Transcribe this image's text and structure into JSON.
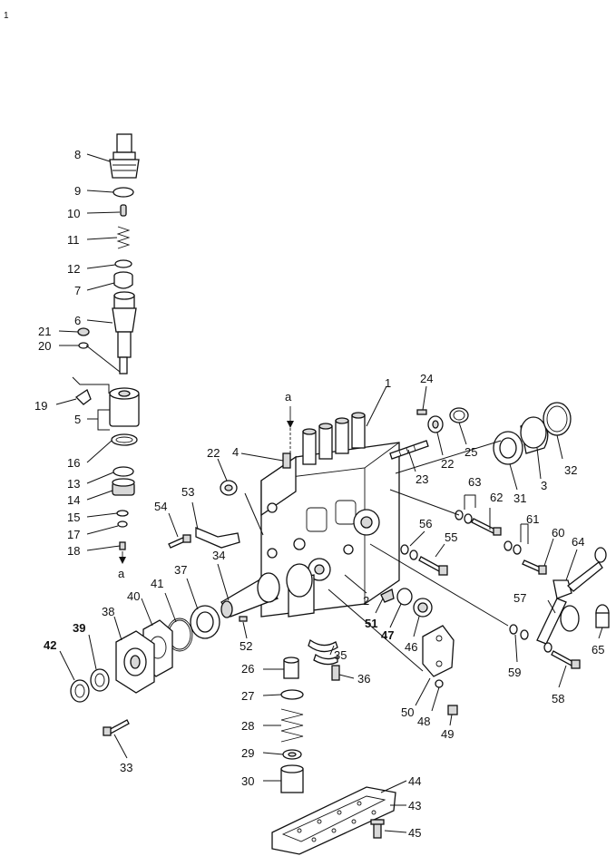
{
  "page": {
    "corner_mark": "1"
  },
  "diagram": {
    "section_marker": "a",
    "labels": [
      {
        "text": "8",
        "bold": false
      },
      {
        "text": "9",
        "bold": false
      },
      {
        "text": "10",
        "bold": false
      },
      {
        "text": "11",
        "bold": false
      },
      {
        "text": "12",
        "bold": false
      },
      {
        "text": "7",
        "bold": false
      },
      {
        "text": "6",
        "bold": false
      },
      {
        "text": "21",
        "bold": false
      },
      {
        "text": "20",
        "bold": false
      },
      {
        "text": "19",
        "bold": false
      },
      {
        "text": "5",
        "bold": false
      },
      {
        "text": "16",
        "bold": false
      },
      {
        "text": "13",
        "bold": false
      },
      {
        "text": "14",
        "bold": false
      },
      {
        "text": "15",
        "bold": false
      },
      {
        "text": "17",
        "bold": false
      },
      {
        "text": "18",
        "bold": false
      },
      {
        "text": "1",
        "bold": false
      },
      {
        "text": "24",
        "bold": false
      },
      {
        "text": "25",
        "bold": false
      },
      {
        "text": "22",
        "bold": false
      },
      {
        "text": "23",
        "bold": false
      },
      {
        "text": "22",
        "bold": false
      },
      {
        "text": "4",
        "bold": false
      },
      {
        "text": "32",
        "bold": false
      },
      {
        "text": "3",
        "bold": false
      },
      {
        "text": "31",
        "bold": false
      },
      {
        "text": "63",
        "bold": false
      },
      {
        "text": "62",
        "bold": false
      },
      {
        "text": "61",
        "bold": false
      },
      {
        "text": "60",
        "bold": false
      },
      {
        "text": "64",
        "bold": false
      },
      {
        "text": "56",
        "bold": false
      },
      {
        "text": "55",
        "bold": false
      },
      {
        "text": "54",
        "bold": false
      },
      {
        "text": "53",
        "bold": false
      },
      {
        "text": "34",
        "bold": false
      },
      {
        "text": "37",
        "bold": false
      },
      {
        "text": "41",
        "bold": false
      },
      {
        "text": "40",
        "bold": false
      },
      {
        "text": "38",
        "bold": false
      },
      {
        "text": "39",
        "bold": true
      },
      {
        "text": "42",
        "bold": true
      },
      {
        "text": "2",
        "bold": false
      },
      {
        "text": "51",
        "bold": true
      },
      {
        "text": "47",
        "bold": true
      },
      {
        "text": "46",
        "bold": false
      },
      {
        "text": "57",
        "bold": false
      },
      {
        "text": "65",
        "bold": false
      },
      {
        "text": "59",
        "bold": false
      },
      {
        "text": "58",
        "bold": false
      },
      {
        "text": "52",
        "bold": false
      },
      {
        "text": "35",
        "bold": false
      },
      {
        "text": "26",
        "bold": false
      },
      {
        "text": "36",
        "bold": false
      },
      {
        "text": "27",
        "bold": false
      },
      {
        "text": "50",
        "bold": false
      },
      {
        "text": "48",
        "bold": false
      },
      {
        "text": "49",
        "bold": false
      },
      {
        "text": "28",
        "bold": false
      },
      {
        "text": "29",
        "bold": false
      },
      {
        "text": "30",
        "bold": false
      },
      {
        "text": "44",
        "bold": false
      },
      {
        "text": "43",
        "bold": false
      },
      {
        "text": "45",
        "bold": false
      },
      {
        "text": "33",
        "bold": false
      }
    ]
  }
}
